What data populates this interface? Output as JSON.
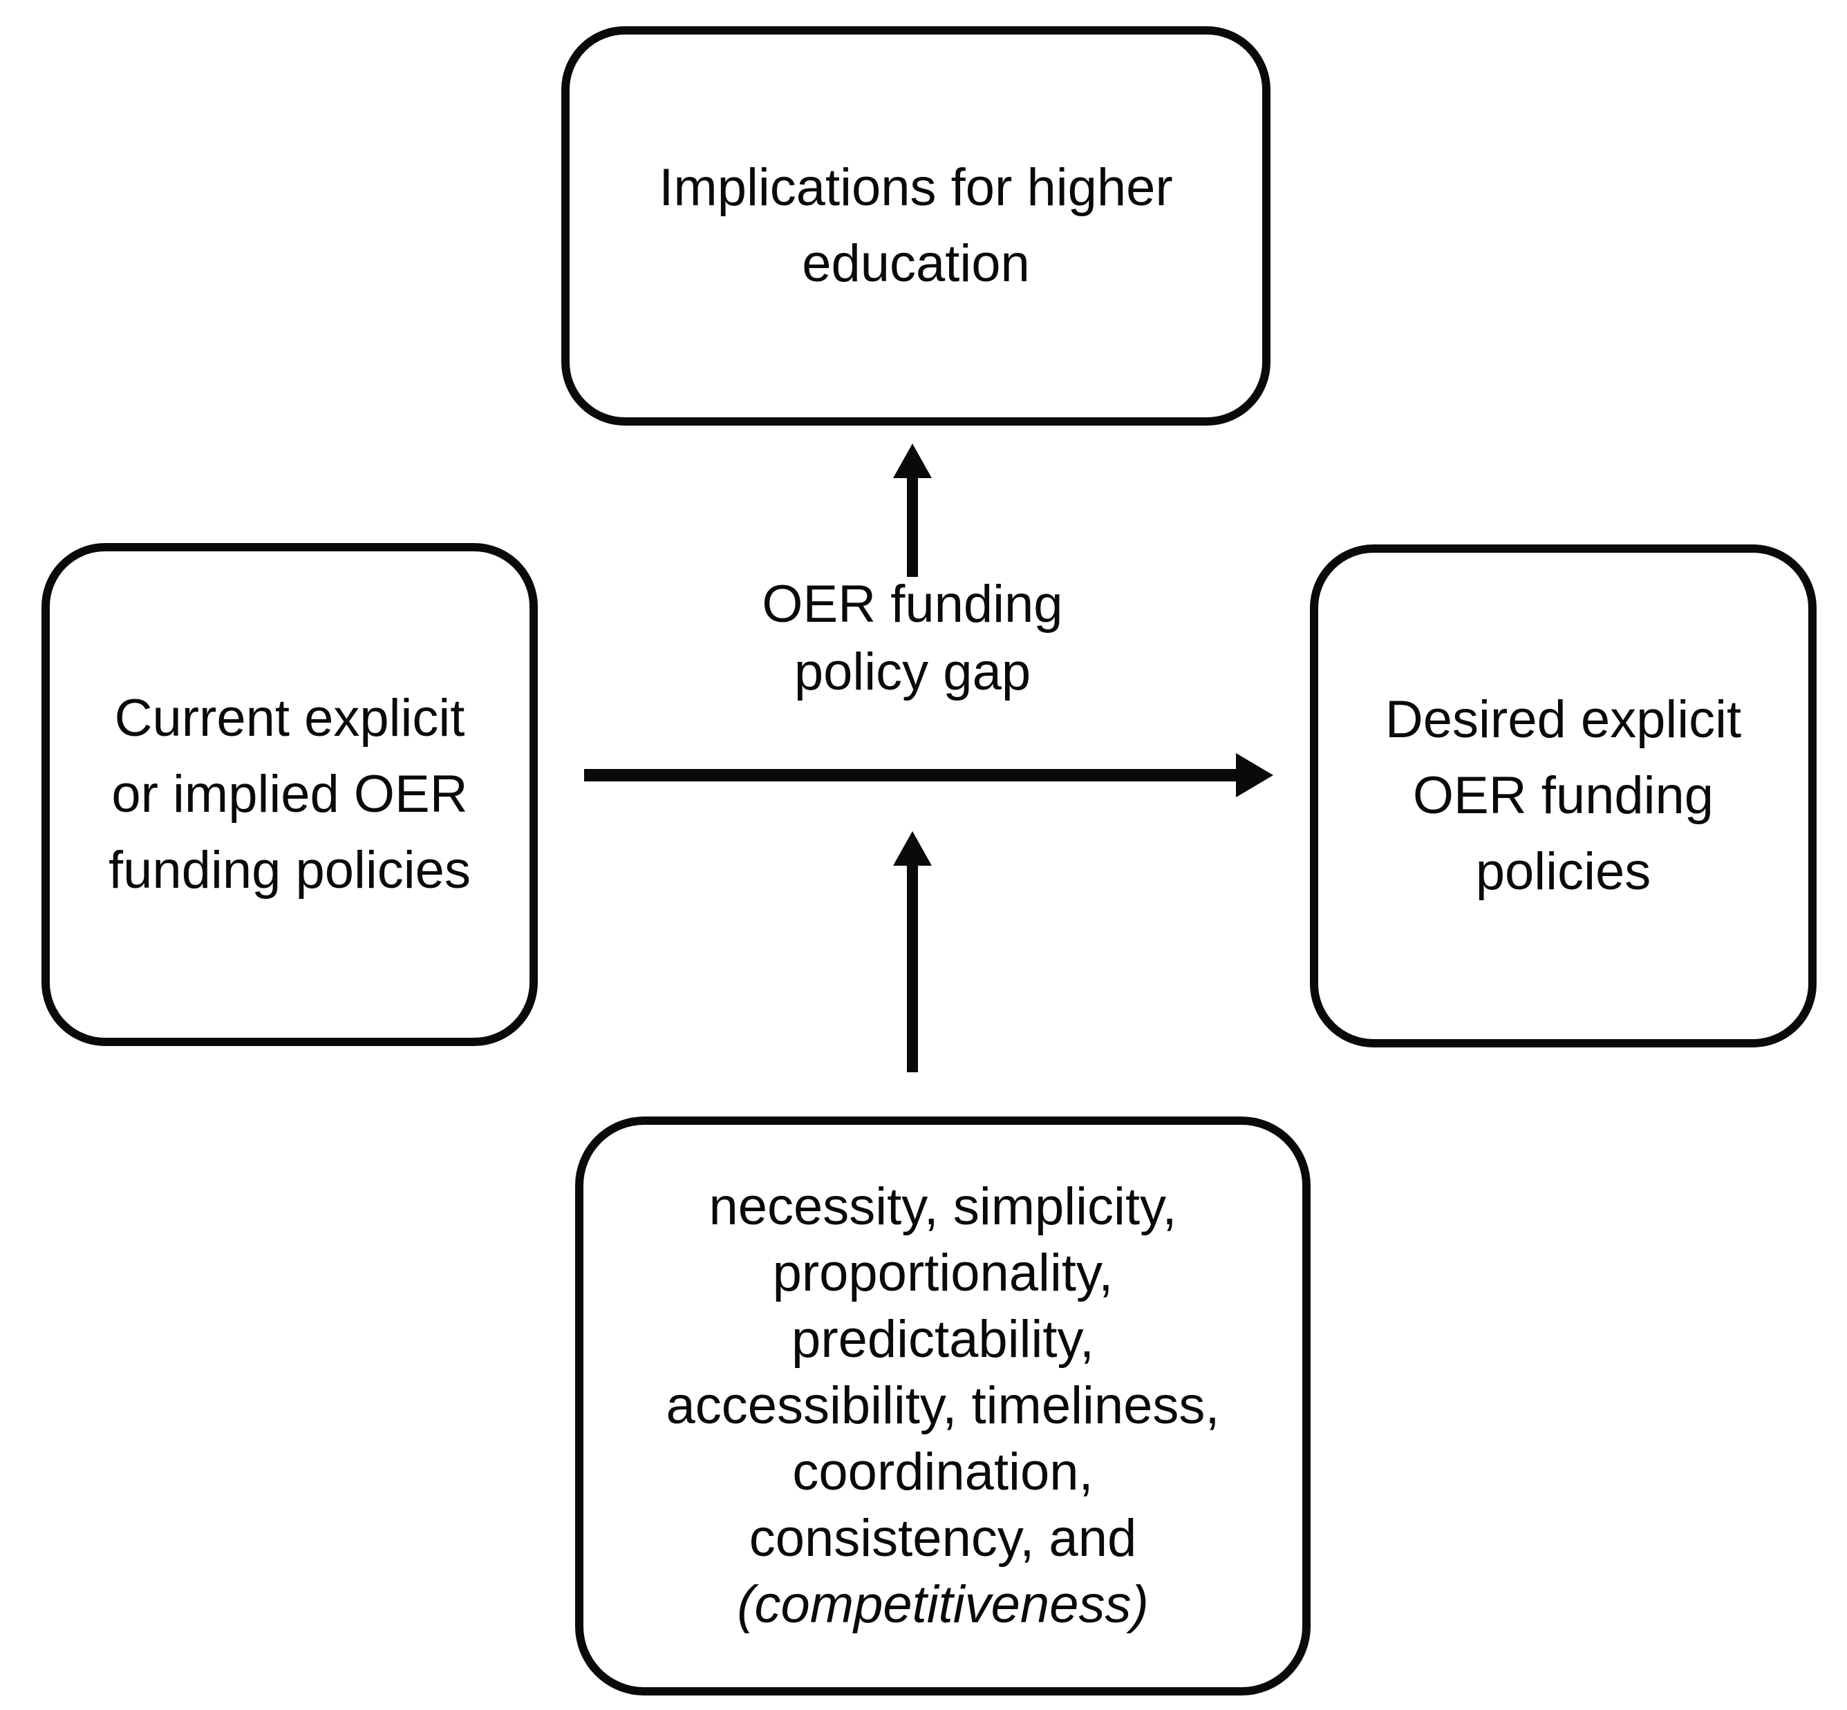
{
  "diagram": {
    "colors": {
      "background": "#ffffff",
      "stroke": "#0a0a0a"
    },
    "top_box": {
      "line1": "Implications for higher",
      "line2": "education"
    },
    "left_box": {
      "line1": "Current explicit",
      "line2": "or implied OER",
      "line3": "funding policies"
    },
    "right_box": {
      "line1": "Desired explicit",
      "line2": "OER funding",
      "line3": "policies"
    },
    "bottom_box": {
      "line1": "necessity, simplicity,",
      "line2": "proportionality,",
      "line3": "predictability,",
      "line4": "accessibility, timeliness,",
      "line5": "coordination,",
      "line6": "consistency, and",
      "line7": "(competitiveness)"
    },
    "center_label": {
      "line1": "OER funding",
      "line2": "policy gap"
    }
  }
}
